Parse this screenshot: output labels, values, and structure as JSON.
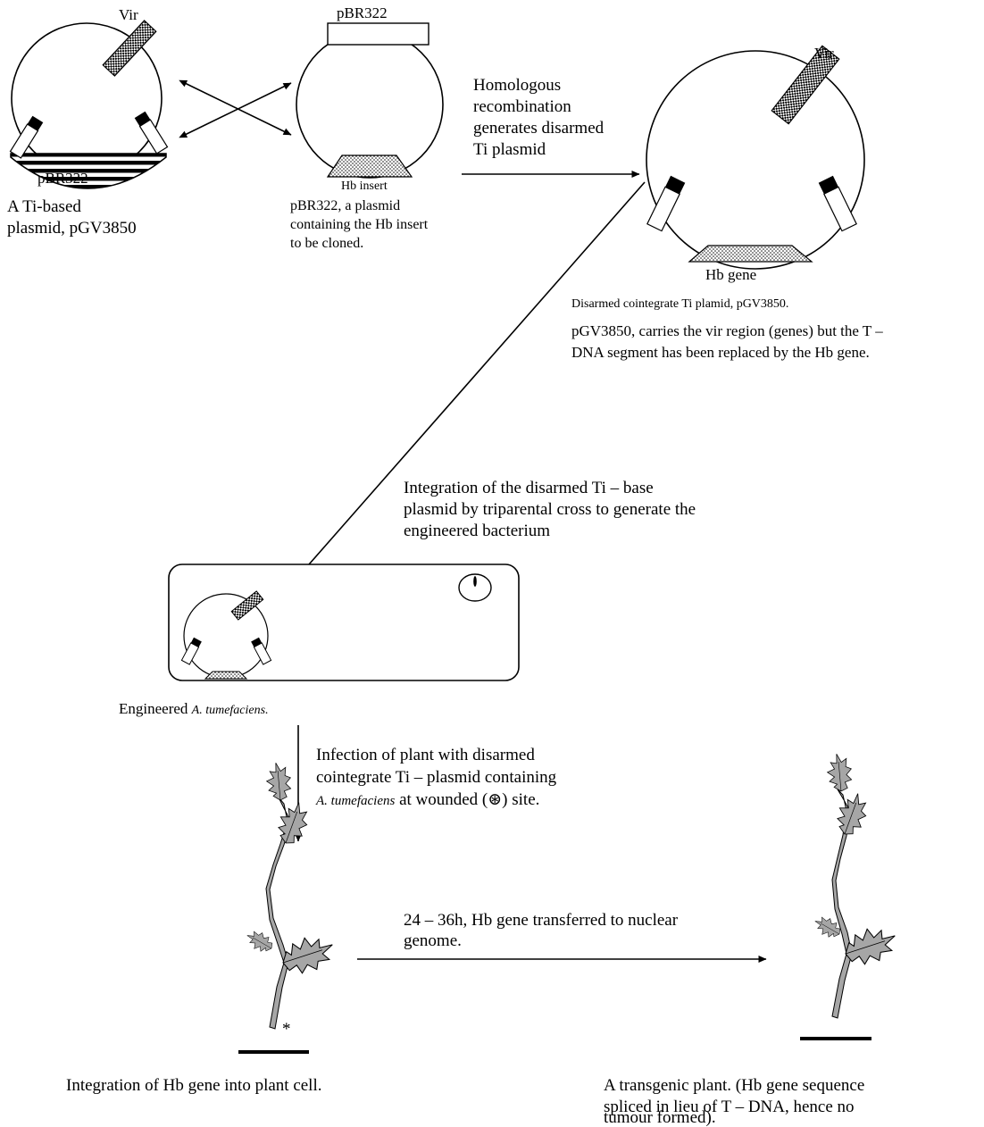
{
  "plasmid_ti": {
    "vir_label": "Vir",
    "pbr_label": "pBR322",
    "caption": [
      "A Ti-based",
      "plasmid, pGV3850"
    ]
  },
  "plasmid_pbr": {
    "top_label": "pBR322",
    "insert_label": "Hb insert",
    "caption": [
      "pBR322, a plasmid",
      "containing the Hb insert",
      "to be cloned."
    ]
  },
  "recombination": {
    "text": [
      "Homologous",
      "recombination",
      "generates disarmed",
      "Ti plasmid"
    ]
  },
  "cointegrate": {
    "vir_label": "Vir",
    "gene_label": "Hb gene",
    "caption": "Disarmed cointegrate Ti plamid, pGV3850.",
    "description": [
      "pGV3850, carries the vir region (genes) but the T –",
      "DNA segment has been replaced by the Hb gene."
    ]
  },
  "integration": {
    "text": [
      "Integration of the disarmed Ti – base",
      "plasmid by triparental cross to generate the",
      "engineered bacterium"
    ]
  },
  "bacterium": {
    "caption_prefix": "Engineered ",
    "caption_species": "A. tumefaciens."
  },
  "infection": {
    "line1": "Infection of plant with disarmed",
    "line2": "cointegrate Ti – plasmid containing",
    "line3_species": "A. tumefaciens",
    "line3_rest": " at wounded (⊛) site."
  },
  "transfer": {
    "text": [
      "24 – 36h, Hb gene transferred to nuclear",
      "genome."
    ]
  },
  "plant_left": {
    "wound_mark": "*",
    "caption": "Integration of Hb gene into plant cell."
  },
  "plant_right": {
    "caption": [
      "A transgenic plant. (Hb gene sequence",
      "spliced in lieu of T – DNA, hence no",
      "tumour formed)."
    ]
  },
  "colors": {
    "ink": "#000000",
    "leaf": "#a6a6a6",
    "background": "#ffffff"
  },
  "icons": [
    "arrow-icon",
    "crossed-arrows-icon",
    "leaf-icon",
    "wound-asterisk-icon",
    "nucleoid-icon"
  ]
}
